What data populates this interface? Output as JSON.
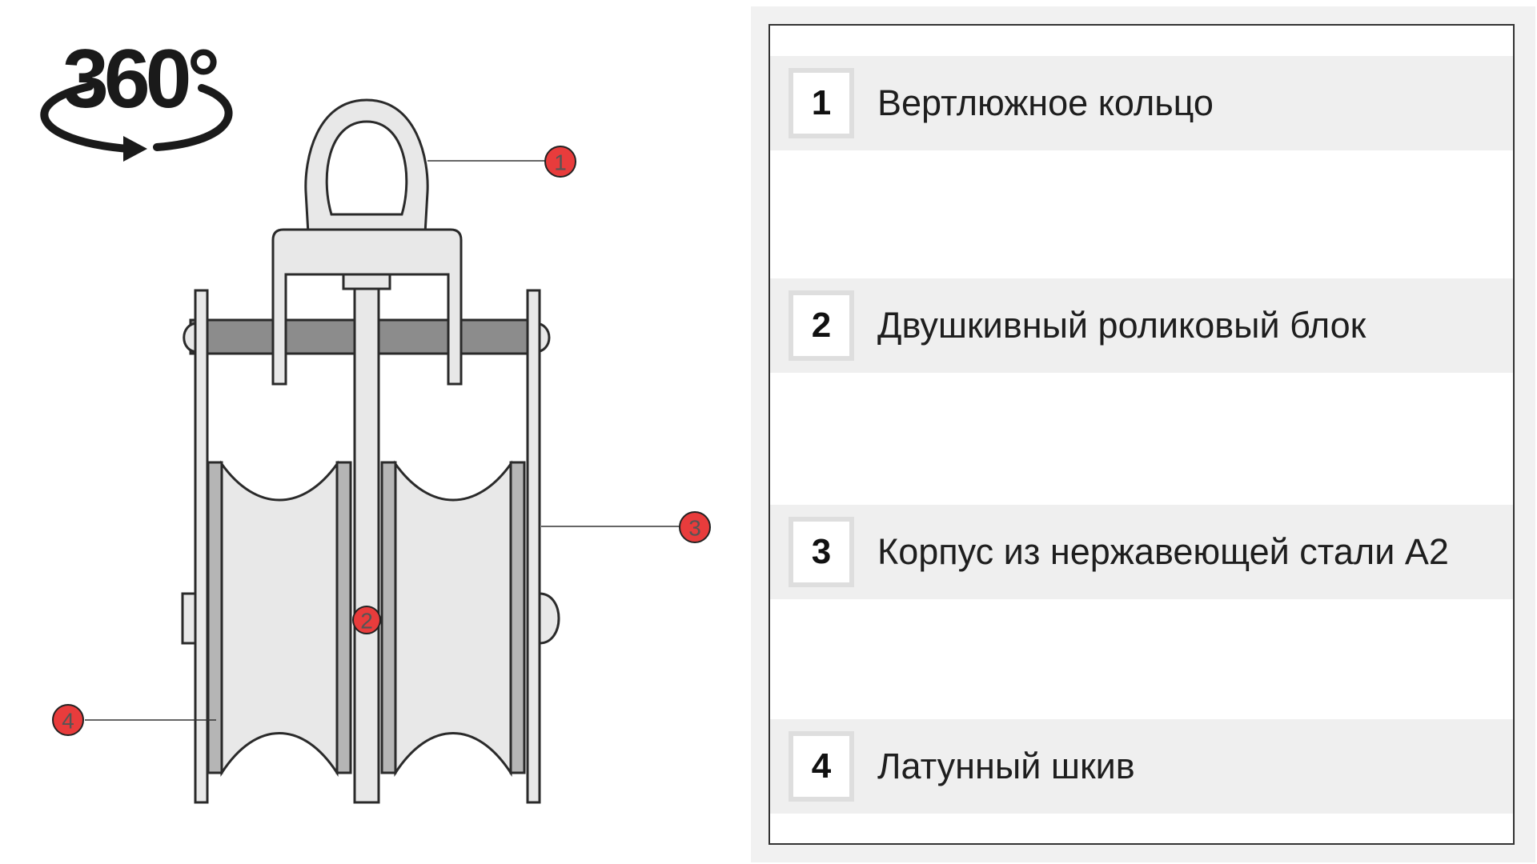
{
  "logo": {
    "text": "360°",
    "icon": "rotate-360-icon"
  },
  "callouts": [
    "1",
    "2",
    "3",
    "4"
  ],
  "legend": [
    {
      "number": "1",
      "label": "Вертлюжное кольцо"
    },
    {
      "number": "2",
      "label": "Двушкивный роликовый блок"
    },
    {
      "number": "3",
      "label": "Корпус из нержавеющей стали А2"
    },
    {
      "number": "4",
      "label": "Латунный шкив"
    }
  ],
  "colors": {
    "part_fill": "#e8e8e8",
    "part_stroke": "#2a2a2a",
    "axle": "#8c8c8c",
    "sheave_rim": "#b5b5b5",
    "callout": "#e83c3c",
    "legend_row_bg": "#efefef"
  }
}
